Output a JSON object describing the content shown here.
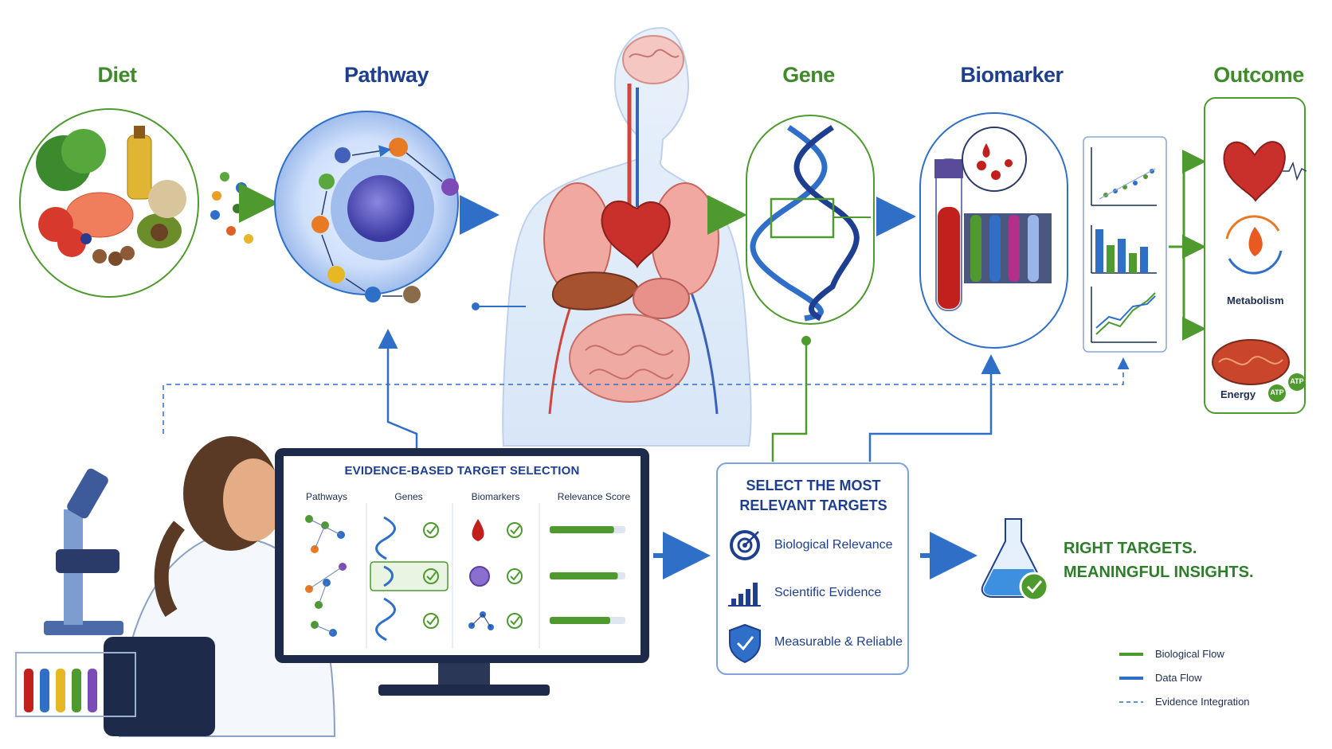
{
  "stages": {
    "diet": "Diet",
    "pathway": "Pathway",
    "gene": "Gene",
    "biomarker": "Biomarker",
    "outcome": "Outcome"
  },
  "outcome_items": {
    "metabolism": "Metabolism",
    "energy": "Energy",
    "atp": "ATP"
  },
  "monitor": {
    "title": "EVIDENCE-BASED TARGET SELECTION",
    "columns": [
      "Pathways",
      "Genes",
      "Biomarkers",
      "Relevance Score"
    ],
    "relevance_scores": [
      0.85,
      0.9,
      0.8
    ]
  },
  "select_panel": {
    "title_line1": "SELECT THE MOST",
    "title_line2": "RELEVANT TARGETS",
    "criteria": [
      "Biological Relevance",
      "Scientific Evidence",
      "Measurable & Reliable"
    ]
  },
  "result": {
    "line1": "RIGHT TARGETS.",
    "line2": "MEANINGFUL INSIGHTS."
  },
  "legend": {
    "biological_flow": "Biological Flow",
    "data_flow": "Data Flow",
    "evidence_integration": "Evidence Integration"
  },
  "colors": {
    "green": "#4e9a2e",
    "blue": "#2f6fc7",
    "navy": "#1e3f8f"
  }
}
